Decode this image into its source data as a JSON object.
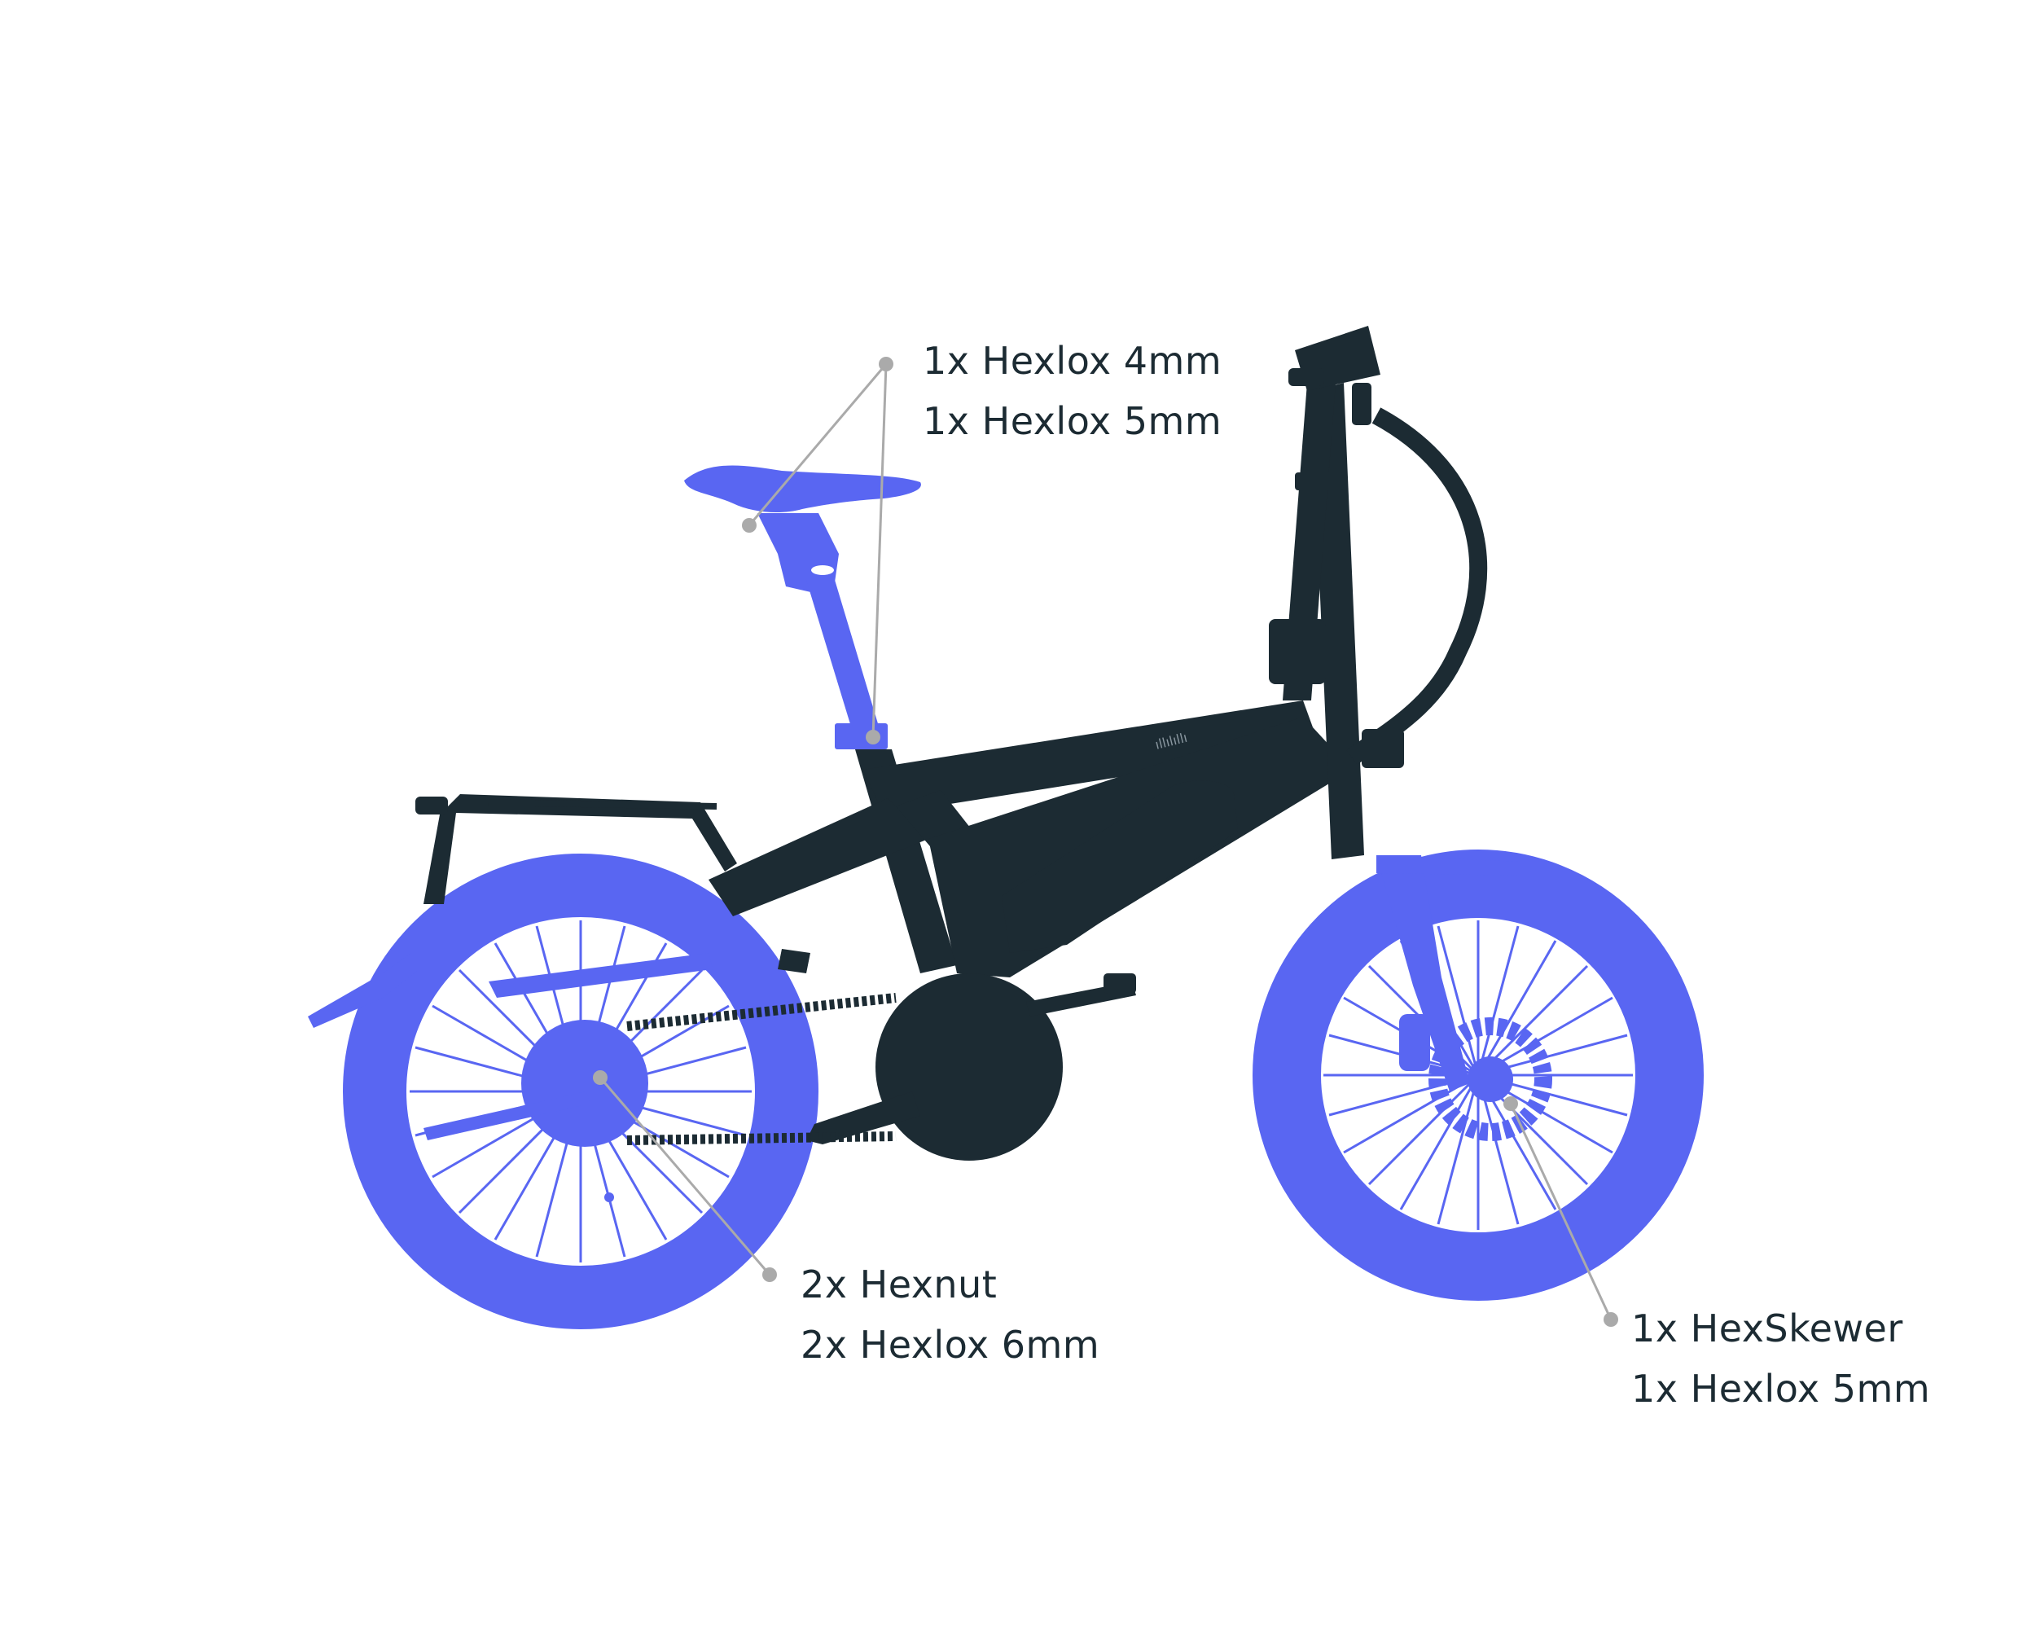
{
  "colors": {
    "frame": "#1c2b33",
    "highlight": "#5966f2",
    "leader": "#aaaaaa",
    "text": "#1c2b33",
    "background": "#ffffff"
  },
  "callouts": {
    "seat": [
      "1x Hexlox 4mm",
      "1x Hexlox 5mm"
    ],
    "rear_wheel": [
      "2x Hexnut",
      "2x Hexlox 6mm"
    ],
    "front_wheel": [
      "1x HexSkewer",
      "1x Hexlox 5mm"
    ]
  }
}
